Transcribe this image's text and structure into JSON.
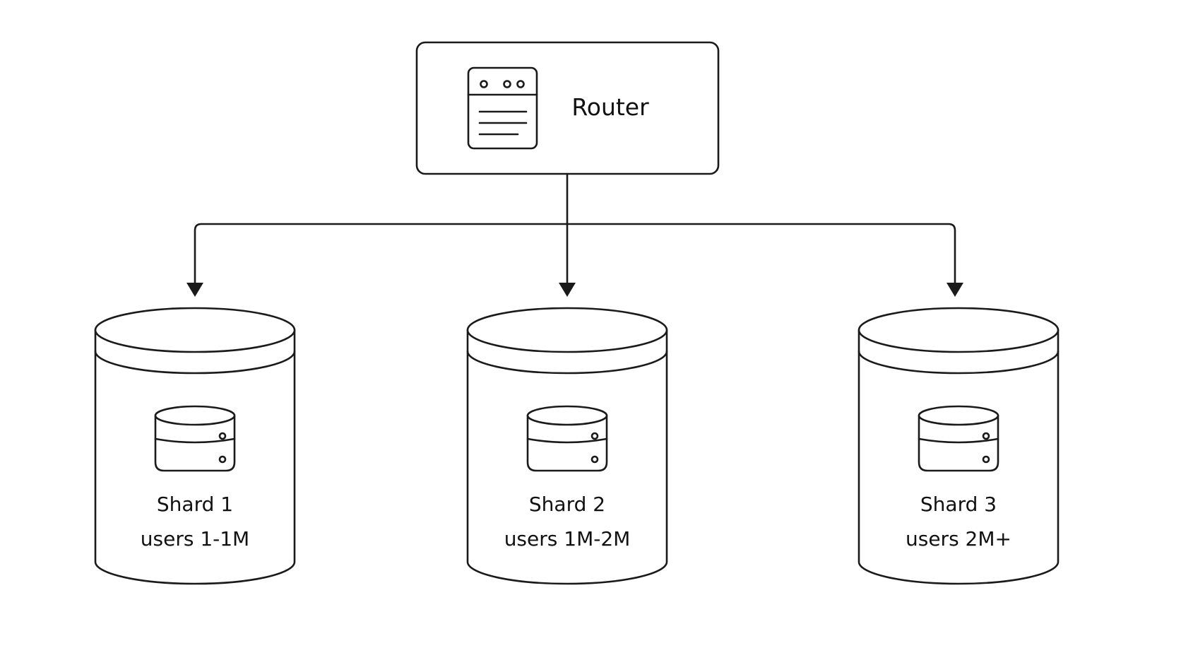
{
  "router": {
    "label": "Router",
    "icon": "server-window-icon"
  },
  "shards": [
    {
      "name": "Shard 1",
      "range": "users 1-1M",
      "icon": "database-icon"
    },
    {
      "name": "Shard 2",
      "range": "users 1M-2M",
      "icon": "database-icon"
    },
    {
      "name": "Shard 3",
      "range": "users 2M+",
      "icon": "database-icon"
    }
  ],
  "colors": {
    "stroke": "#1a1a1a",
    "background": "#ffffff"
  }
}
